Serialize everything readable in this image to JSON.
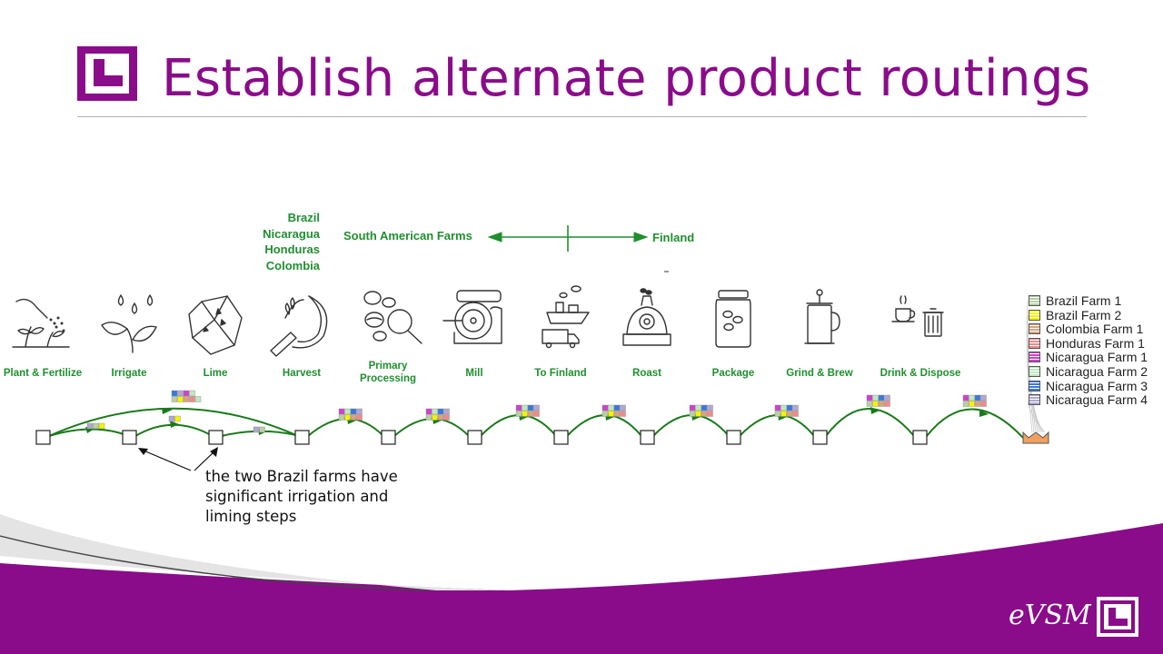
{
  "slide": {
    "title": "Establish alternate product routings",
    "brand": "eVSM"
  },
  "colors": {
    "accent": "#8a0c8a",
    "flow_green": "#1f8f2f",
    "stage_green": "#1a7a1a"
  },
  "origins": [
    "Brazil",
    "Nicaragua",
    "Honduras",
    "Colombia"
  ],
  "region_arrow": {
    "left": "South American Farms",
    "right": "Finland"
  },
  "steps": [
    {
      "label": "Plant & Fertilize",
      "icon": "plant-icon"
    },
    {
      "label": "Irrigate",
      "icon": "water-drops-icon"
    },
    {
      "label": "Lime",
      "icon": "lime-rock-icon"
    },
    {
      "label": "Harvest",
      "icon": "sickle-icon"
    },
    {
      "label": "Primary\nProcessing",
      "icon": "magnifier-beans-icon"
    },
    {
      "label": "Mill",
      "icon": "mill-icon"
    },
    {
      "label": "To Finland",
      "icon": "ship-truck-icon"
    },
    {
      "label": "Roast",
      "icon": "roaster-icon"
    },
    {
      "label": "Package",
      "icon": "coffee-jar-icon"
    },
    {
      "label": "Grind & Brew",
      "icon": "french-press-icon"
    },
    {
      "label": "Drink & Dispose",
      "icon": "cup-bin-icon"
    }
  ],
  "legend": [
    {
      "label": "Brazil Farm 1",
      "color": "#b9cfa7"
    },
    {
      "label": "Brazil Farm 2",
      "color": "#f4f400"
    },
    {
      "label": "Colombia Farm 1",
      "color": "#d8a47f"
    },
    {
      "label": "Honduras Farm 1",
      "color": "#f08a8a"
    },
    {
      "label": "Nicaragua Farm 1",
      "color": "#d040d0"
    },
    {
      "label": "Nicaragua Farm 2",
      "color": "#bfe8bf"
    },
    {
      "label": "Nicaragua Farm 3",
      "color": "#3a78e0"
    },
    {
      "label": "Nicaragua Farm 4",
      "color": "#b0a8d0"
    }
  ],
  "annotation": "the two Brazil farms have significant irrigation and liming steps"
}
